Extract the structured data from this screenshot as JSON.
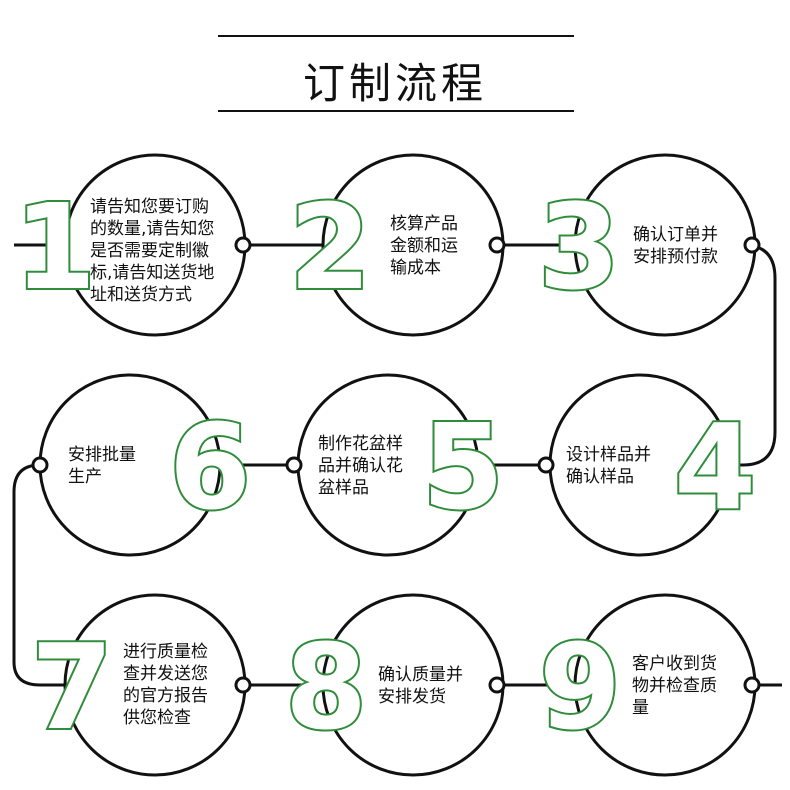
{
  "title": "订制流程",
  "accent_color": "#2f8c3a",
  "steps": [
    {
      "number": "1",
      "lines": [
        "请告知您要订购",
        "的数量,请告知您",
        "是否需要定制徽",
        "标,请告知送货地",
        "址和送货方式"
      ]
    },
    {
      "number": "2",
      "lines": [
        "核算产品",
        "金额和运",
        "输成本"
      ]
    },
    {
      "number": "3",
      "lines": [
        "确认订单并",
        "安排预付款"
      ]
    },
    {
      "number": "4",
      "lines": [
        "设计样品并",
        "确认样品"
      ]
    },
    {
      "number": "5",
      "lines": [
        "制作花盆样",
        "品并确认花",
        "盆样品"
      ]
    },
    {
      "number": "6",
      "lines": [
        "安排批量",
        "生产"
      ]
    },
    {
      "number": "7",
      "lines": [
        "进行质量检",
        "查并发送您",
        "的官方报告",
        "供您检查"
      ]
    },
    {
      "number": "8",
      "lines": [
        "确认质量并",
        "安排发货"
      ]
    },
    {
      "number": "9",
      "lines": [
        "客户收到货",
        "物并检查质",
        "量"
      ]
    }
  ]
}
